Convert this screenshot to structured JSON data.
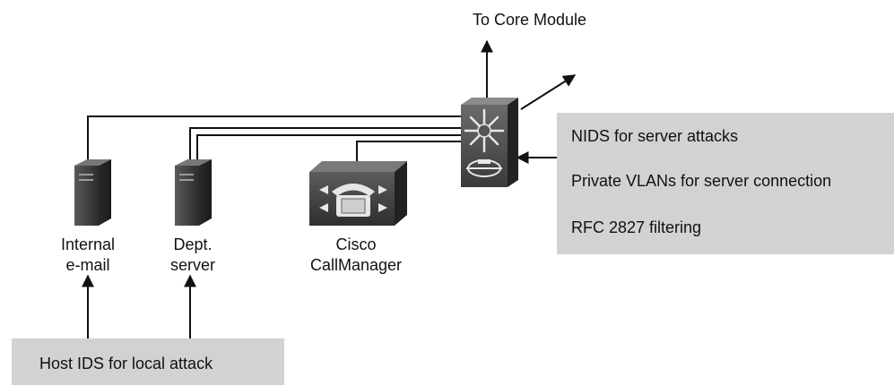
{
  "diagram": {
    "top_label": "To Core Module",
    "internal_email": {
      "line1": "Internal",
      "line2": "e-mail"
    },
    "dept_server": {
      "line1": "Dept.",
      "line2": "server"
    },
    "call_manager": {
      "line1": "Cisco",
      "line2": "CallManager"
    },
    "host_ids_box": {
      "text": "Host IDS for local attack"
    },
    "features_box": {
      "items": [
        "NIDS for server attacks",
        "Private VLANs for server connection",
        "RFC 2827 filtering"
      ]
    }
  },
  "colors": {
    "box_fill": "#d2d2d2",
    "line": "#111111",
    "server_dark": "#3a3a3a",
    "switch_dark": "#4a4a4a"
  }
}
